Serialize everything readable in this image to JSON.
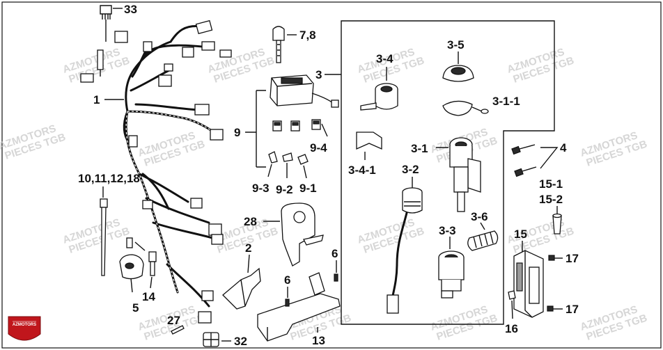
{
  "watermark": {
    "line1": "AZMOTORS",
    "line2": "PIECES TGB",
    "logo_text": "AZMOTORS"
  },
  "labels": {
    "l33": "33",
    "l78": "7,8",
    "l3": "3",
    "l34": "3-4",
    "l35": "3-5",
    "l311": "3-1-1",
    "l1": "1",
    "l9": "9",
    "l94": "9-4",
    "l93": "9-3",
    "l92": "9-2",
    "l91": "9-1",
    "l341": "3-4-1",
    "l31": "3-1",
    "l4": "4",
    "l32": "3-2",
    "l151": "15-1",
    "l152": "15-2",
    "l10": "10,11,12,18",
    "l28": "28",
    "l36": "3-6",
    "l15": "15",
    "l33b": "3-3",
    "l2": "2",
    "l6a": "6",
    "l6b": "6",
    "l17a": "17",
    "l17b": "17",
    "l5": "5",
    "l14": "14",
    "l27": "27",
    "l32b": "32",
    "l13": "13",
    "l16": "16"
  }
}
